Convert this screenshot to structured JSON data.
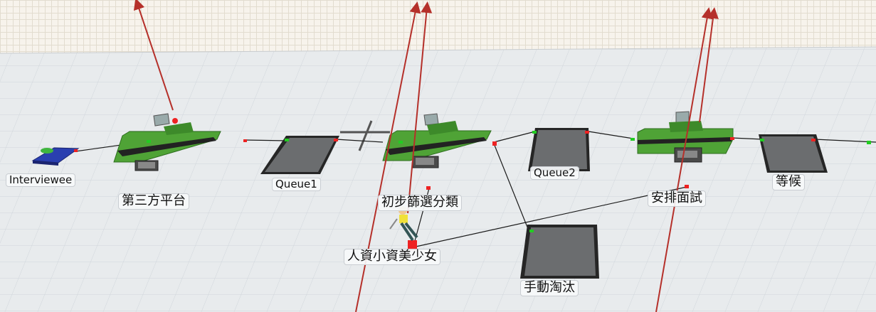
{
  "view": {
    "floor_color": "#e8ebed",
    "grid_color": "#cfd5da",
    "connector_color": "#1a1a1a",
    "pointer_color": "#b5302a",
    "conveyor_green": "#4fa336",
    "queue_gray": "#6b6d6f"
  },
  "objects": {
    "source": {
      "label": "Interviewee",
      "icon": "source-pad-icon"
    },
    "processor1": {
      "label": "第三方平台",
      "icon": "conveyor-processor-icon"
    },
    "queue1": {
      "label": "Queue1",
      "icon": "queue-pad-icon"
    },
    "processor2": {
      "label": "初步篩選分類",
      "icon": "conveyor-processor-icon"
    },
    "queue2": {
      "label": "Queue2",
      "icon": "queue-pad-icon"
    },
    "processor3": {
      "label": "安排面試",
      "icon": "conveyor-processor-icon"
    },
    "queue3": {
      "label": "等候",
      "icon": "queue-pad-icon"
    },
    "queue4": {
      "label": "手動淘汰",
      "icon": "queue-pad-icon"
    },
    "operator": {
      "label": "人資小資美少女",
      "icon": "operator-person-icon"
    }
  }
}
